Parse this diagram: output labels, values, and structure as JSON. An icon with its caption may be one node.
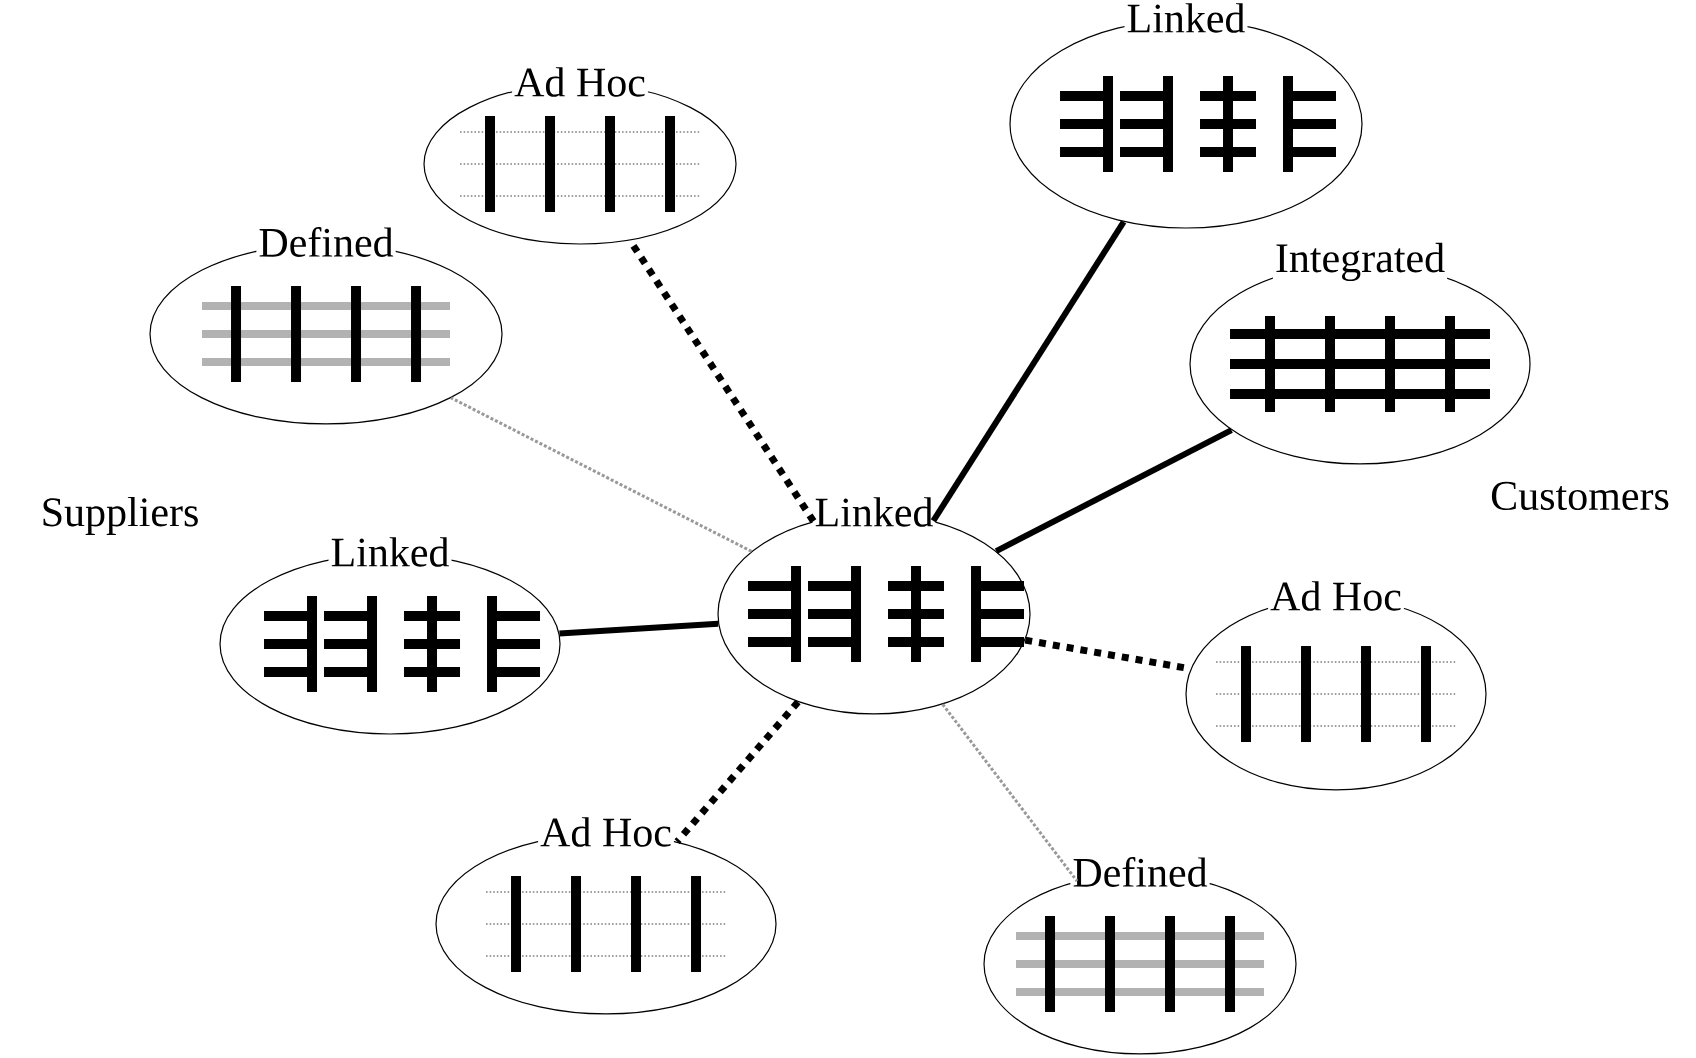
{
  "diagram": {
    "nodes": [
      {
        "text": [
          "Ad Hoc"
        ]
      },
      {
        "text": [
          "Linked"
        ]
      },
      {
        "text": [
          "Defined"
        ]
      },
      {
        "text": [
          "Integrated"
        ]
      },
      {
        "text": [
          "Linked"
        ]
      },
      {
        "text": [
          "Linked"
        ]
      },
      {
        "text": [
          "Ad Hoc"
        ]
      },
      {
        "text": [
          "Ad Hoc"
        ]
      },
      {
        "text": [
          "Defined"
        ]
      }
    ],
    "edges": [
      {
        "from": 4,
        "to": 0,
        "arrow": "none",
        "style": "dashed"
      },
      {
        "from": 4,
        "to": 1,
        "arrow": "none"
      },
      {
        "from": 4,
        "to": 2,
        "arrow": "none",
        "style": "dashed",
        "color": "#999999"
      },
      {
        "from": 4,
        "to": 3,
        "arrow": "none"
      },
      {
        "from": 4,
        "to": 5,
        "arrow": "none"
      },
      {
        "from": 4,
        "to": 6,
        "arrow": "none",
        "style": "dashed"
      },
      {
        "from": 4,
        "to": 7,
        "arrow": "none",
        "style": "dashed"
      },
      {
        "from": 4,
        "to": 8,
        "arrow": "none",
        "style": "dashed",
        "color": "#999999"
      }
    ],
    "labels": [
      "Suppliers",
      "Customers"
    ]
  }
}
